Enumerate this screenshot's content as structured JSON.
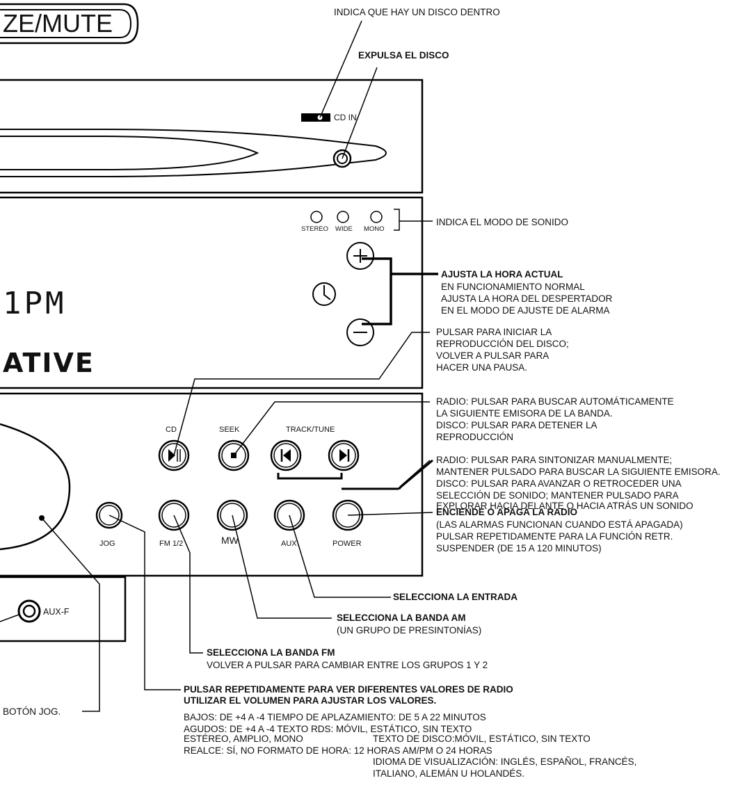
{
  "panel": {
    "snooze_label": "ZE/MUTE",
    "cd_in_label": "CD IN",
    "indicators": [
      "STEREO",
      "WIDE",
      "MONO"
    ],
    "clock_text": "1PM",
    "brand_text": "ATIVE",
    "buttons_top": {
      "cd": "CD",
      "seek": "SEEK",
      "track_tune": "TRACK/TUNE"
    },
    "buttons_bottom": {
      "jog": "JOG",
      "fm": "FM 1/2",
      "mw": "MW",
      "aux": "AUX",
      "power": "POWER"
    },
    "aux_jack_label": "AUX-F"
  },
  "annotations": {
    "disc_inside": "INDICA QUE HAY UN DISCO DENTRO",
    "eject": "EXPULSA EL DISCO",
    "sound_mode": "INDICA EL MODO DE SONIDO",
    "set_time": {
      "title": "AJUSTA LA HORA ACTUAL",
      "lines": [
        "EN FUNCIONAMIENTO NORMAL",
        "AJUSTA LA HORA DEL DESPERTADOR",
        "EN EL MODO DE AJUSTE DE ALARMA"
      ]
    },
    "play_pause": [
      "PULSAR PARA INICIAR LA",
      "REPRODUCCIÓN DEL DISCO;",
      "VOLVER A PULSAR PARA",
      "HACER UNA PAUSA."
    ],
    "seek": [
      "RADIO: PULSAR PARA BUSCAR AUTOMÁTICAMENTE",
      "LA SIGUIENTE EMISORA DE LA BANDA.",
      "DISCO: PULSAR PARA DETENER LA",
      "REPRODUCCIÓN"
    ],
    "track_tune": [
      "RADIO: PULSAR PARA SINTONIZAR MANUALMENTE;",
      "MANTENER PULSADO PARA BUSCAR LA SIGUIENTE EMISORA.",
      "DISCO: PULSAR PARA AVANZAR O RETROCEDER UNA",
      "SELECCIÓN DE SONIDO; MANTENER PULSADO PARA",
      "EXPLORAR HACIA DELANTE O HACIA ATRÁS UN SONIDO"
    ],
    "power": {
      "title": "ENCIENDE O APAGA LA RADIO",
      "lines": [
        "(LAS ALARMAS FUNCIONAN CUANDO ESTÁ APAGADA)",
        "PULSAR REPETIDAMENTE PARA LA FUNCIÓN RETR.",
        "SUSPENDER (DE 15 A 120 MINUTOS)"
      ]
    },
    "aux": "SELECCIONA LA ENTRADA",
    "mw": {
      "title": "SELECCIONA LA BANDA AM",
      "lines": [
        "(UN GRUPO DE PRESINTONÍAS)"
      ]
    },
    "fm": {
      "title": "SELECCIONA LA BANDA FM",
      "lines": [
        "VOLVER A PULSAR PARA CAMBIAR ENTRE LOS GRUPOS 1 Y 2"
      ]
    },
    "jog": {
      "title_lines": [
        "PULSAR REPETIDAMENTE PARA VER DIFERENTES VALORES DE RADIO",
        "UTILIZAR EL VOLUMEN PARA AJUSTAR LOS VALORES."
      ],
      "lines": [
        "BAJOS: DE +4 A -4 TIEMPO DE APLAZAMIENTO: DE 5 A 22 MINUTOS",
        "AGUDOS: DE +4 A -4 TEXTO RDS: MÓVIL, ESTÁTICO, SIN TEXTO",
        "ESTÉREO, AMPLIO, MONO",
        "TEXTO DE DISCO:MÓVIL, ESTÁTICO, SIN TEXTO",
        "REALCE: SÍ, NO FORMATO DE HORA: 12 HORAS AM/PM O 24 HORAS",
        "IDIOMA DE VISUALIZACIÓN: INGLÉS, ESPAÑOL, FRANCÉS,",
        "ITALIANO, ALEMÁN U HOLANDÉS."
      ]
    },
    "jog_knob": "BOTÓN JOG."
  }
}
